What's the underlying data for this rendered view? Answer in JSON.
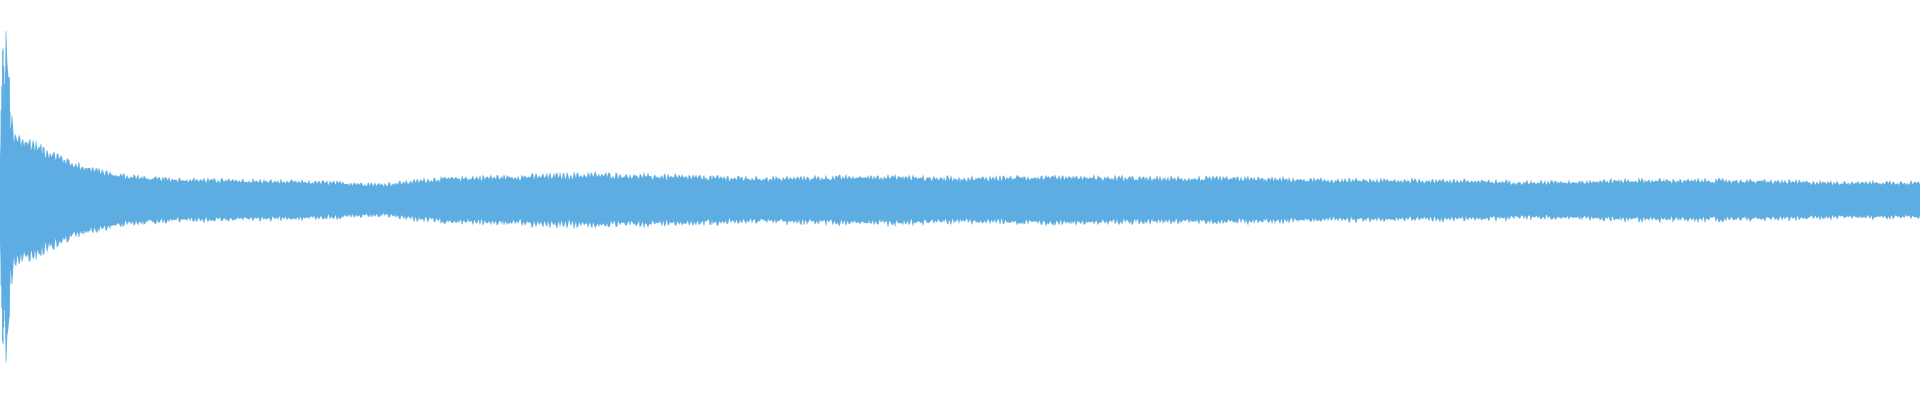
{
  "waveform": {
    "color": "#5dade2",
    "background": "#ffffff",
    "envelope_keypoints": [
      [
        0.0,
        0.2
      ],
      [
        0.002,
        0.55
      ],
      [
        0.004,
        0.78
      ],
      [
        0.005,
        0.5
      ],
      [
        0.007,
        0.32
      ],
      [
        0.015,
        0.3
      ],
      [
        0.025,
        0.25
      ],
      [
        0.04,
        0.18
      ],
      [
        0.06,
        0.13
      ],
      [
        0.08,
        0.11
      ],
      [
        0.12,
        0.1
      ],
      [
        0.17,
        0.09
      ],
      [
        0.2,
        0.08
      ],
      [
        0.23,
        0.11
      ],
      [
        0.27,
        0.12
      ],
      [
        0.31,
        0.13
      ],
      [
        0.35,
        0.12
      ],
      [
        0.4,
        0.11
      ],
      [
        0.46,
        0.12
      ],
      [
        0.5,
        0.11
      ],
      [
        0.55,
        0.12
      ],
      [
        0.6,
        0.11
      ],
      [
        0.65,
        0.11
      ],
      [
        0.7,
        0.1
      ],
      [
        0.75,
        0.1
      ],
      [
        0.8,
        0.09
      ],
      [
        0.85,
        0.1
      ],
      [
        0.9,
        0.1
      ],
      [
        0.95,
        0.09
      ],
      [
        1.0,
        0.09
      ]
    ]
  }
}
